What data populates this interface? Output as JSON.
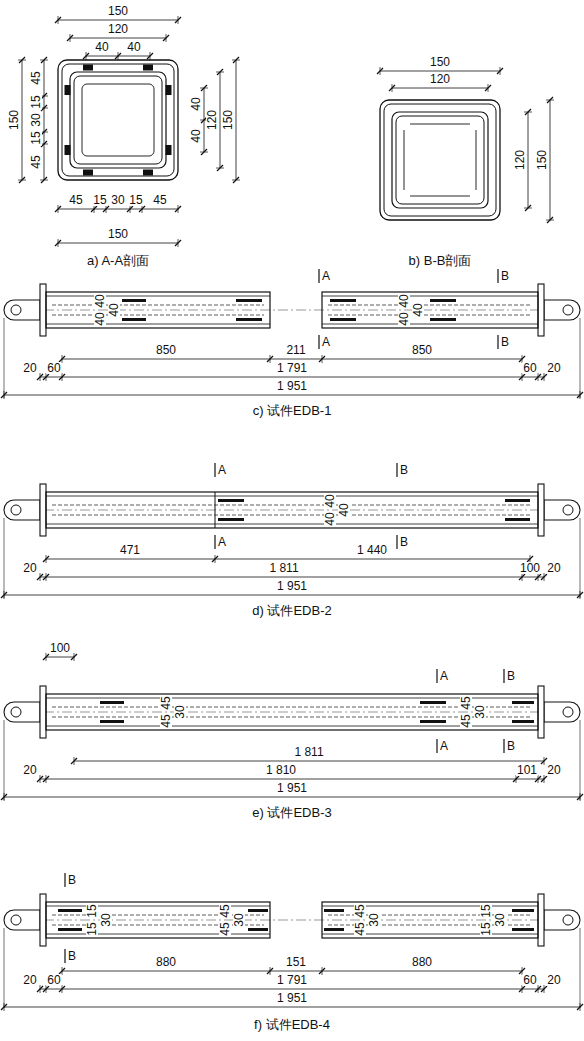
{
  "diagram": {
    "labels": [
      "150",
      "120",
      "40",
      "40",
      "150",
      "45",
      "15",
      "30",
      "15",
      "45",
      "45",
      "15",
      "15",
      "45",
      "30",
      "150",
      "40",
      "40",
      "120",
      "150",
      "a) A-A剖面",
      "150",
      "120",
      "120",
      "150",
      "b) B-B剖面",
      "A",
      "B",
      "40",
      "40",
      "40",
      "40",
      "40",
      "40",
      "A",
      "B",
      "850",
      "211",
      "850",
      "20",
      "60",
      "1 791",
      "60",
      "20",
      "1 951",
      "c) 试件EDB-1",
      "A",
      "B",
      "40",
      "40",
      "40",
      "A",
      "B",
      "471",
      "1 440",
      "20",
      "1 811",
      "100",
      "20",
      "1 951",
      "d) 试件EDB-2",
      "100",
      "A",
      "B",
      "45",
      "45",
      "30",
      "45",
      "45",
      "30",
      "A",
      "B",
      "1 811",
      "20",
      "1 810",
      "101",
      "20",
      "1 951",
      "e) 试件EDB-3",
      "B",
      "15",
      "15",
      "30",
      "45",
      "45",
      "30",
      "45",
      "45",
      "30",
      "15",
      "15",
      "30",
      "B",
      "880",
      "151",
      "880",
      "20",
      "60",
      "1 791",
      "60",
      "20",
      "1 951",
      "f) 试件EDB-4"
    ]
  }
}
